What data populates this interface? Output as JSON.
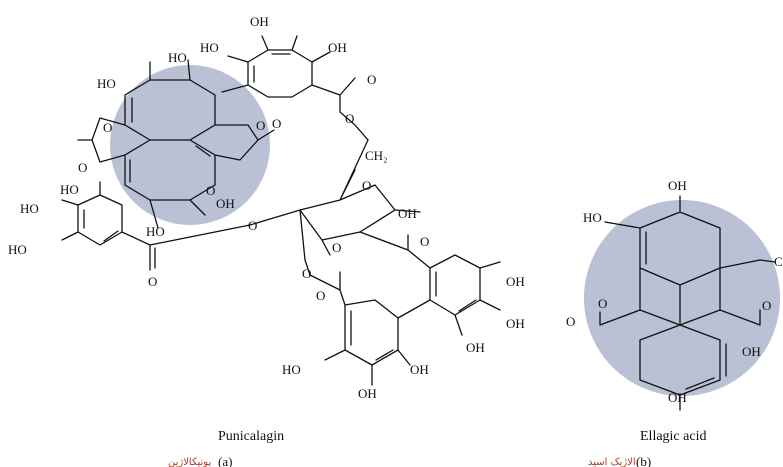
{
  "colors": {
    "highlight": "#aeb6cd",
    "ink": "#111111",
    "persian_caption": "#b23a1e"
  },
  "labels": {
    "OH": "OH",
    "HO": "HO",
    "O": "O",
    "CH2": "CH₂",
    "C_trunc": "C"
  },
  "captions": {
    "left_name": "Punicalagin",
    "left_panel": "(a)",
    "left_persian": "پونیکالاژین",
    "right_name": "Ellagic acid",
    "right_panel": "(b)",
    "right_persian": "الاژیک اسید"
  }
}
